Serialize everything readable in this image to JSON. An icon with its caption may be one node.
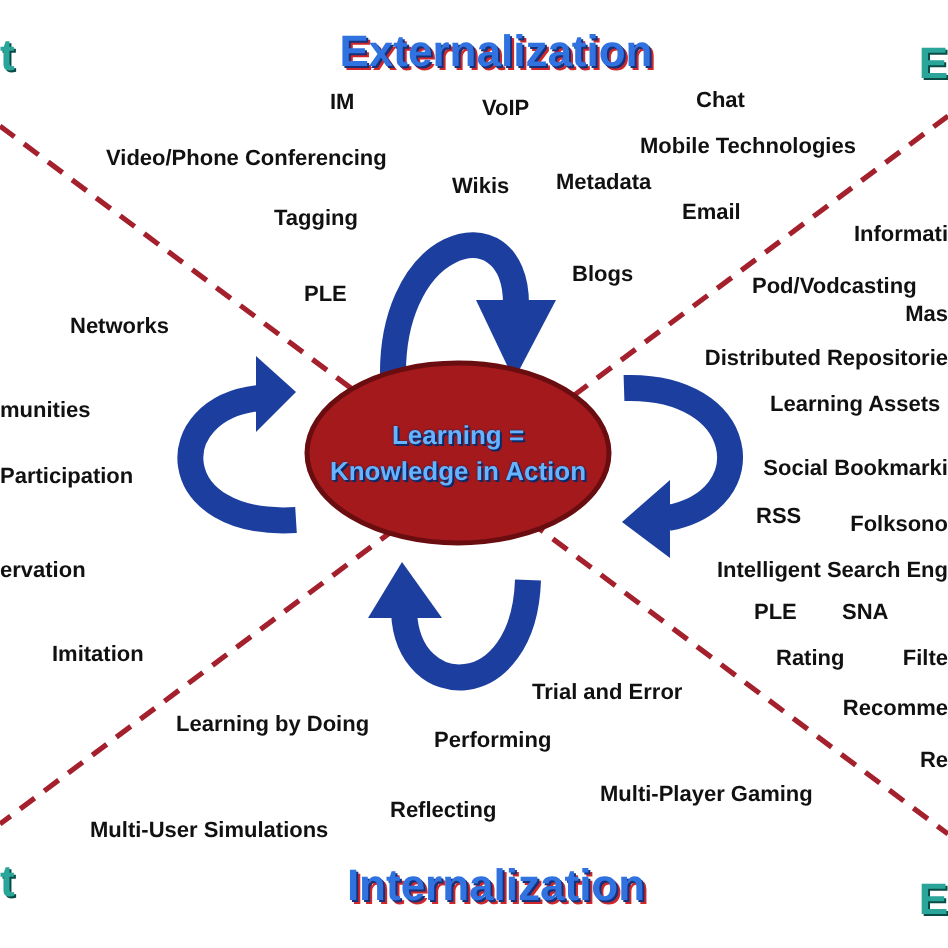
{
  "diagram": {
    "nodes": [
      {
        "text": [
          "Learning = Knowledge in Action"
        ]
      }
    ],
    "labels": [
      "t",
      "Externalization",
      "E",
      "IM",
      "VoIP",
      "Chat",
      "Video/Phone Conferencing",
      "Mobile Technologies",
      "Wikis",
      "Metadata",
      "Tagging",
      "Email",
      "Informati",
      "PLE",
      "Blogs",
      "Pod/Vodcasting",
      "Networks",
      "Mas",
      "Distributed Repositorie",
      "munities",
      "Learning Assets",
      "Participation",
      "Social Bookmarki",
      "RSS",
      "Folksono",
      "ervation",
      "Intelligent Search Eng",
      "PLE",
      "SNA",
      "Imitation",
      "Rating",
      "Filte",
      "Trial and Error",
      "Recomme",
      "Learning by Doing",
      "Performing",
      "Re",
      "Multi-User Simulations",
      "Reflecting",
      "Multi-Player Gaming",
      "t",
      "Internalization",
      "E"
    ]
  }
}
